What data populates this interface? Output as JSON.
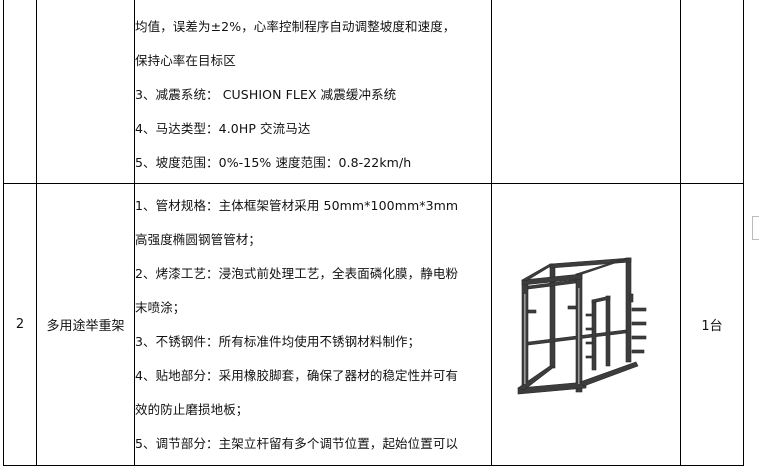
{
  "table": {
    "rows": [
      {
        "no": "",
        "name": "",
        "spec_lines": [
          "均值，误差为±2%，心率控制程序自动调整坡度和速度，",
          "保持心率在目标区",
          "3、减震系统：  CUSHION FLEX 减震缓冲系统",
          "4、马达类型：4.0HP 交流马达",
          "5、坡度范围：0%-15%   速度范围：0.8-22km/h"
        ],
        "qty": ""
      },
      {
        "no": "2",
        "name": "多用途举重架",
        "spec_lines": [
          "1、管材规格：主体框架管材采用 50mm*100mm*3mm",
          "高强度椭圆钢管管材；",
          "2、烤漆工艺：浸泡式前处理工艺，全表面磷化膜，静电粉",
          "末喷涂；",
          "3、不锈钢件：所有标准件均使用不锈钢材料制作；",
          "4、贴地部分：采用橡胶脚套，确保了器材的稳定性并可有",
          "效的防止磨损地板；",
          "5、调节部分：主架立杆留有多个调节位置，起始位置可以"
        ],
        "image_icon": "power-rack-icon",
        "qty": "1台"
      }
    ]
  },
  "colors": {
    "border": "#000000",
    "text": "#111111",
    "rack_frame": "#3a3a3a"
  }
}
